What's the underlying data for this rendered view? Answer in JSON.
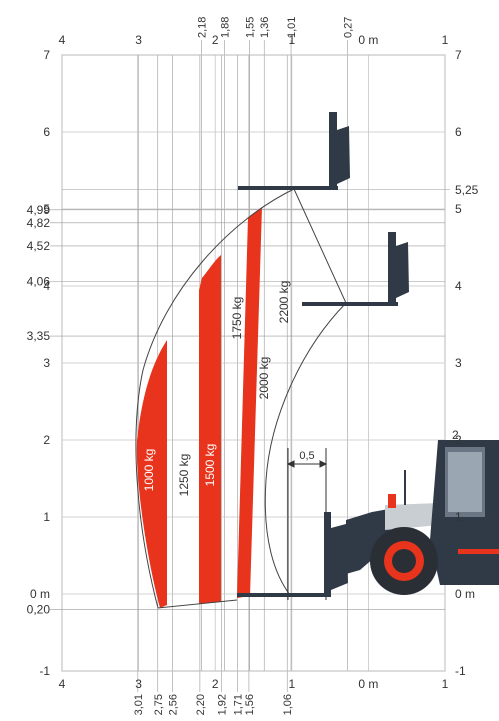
{
  "chart_data": {
    "type": "load-chart",
    "x_ticks_main": [
      "4",
      "3",
      "2",
      "1",
      "0 m",
      "1"
    ],
    "x_ticks_main_values": [
      4,
      3,
      2,
      1,
      0,
      -1
    ],
    "top_aux_labels": [
      "2,18",
      "1,88",
      "1,55",
      "1,36",
      "1,01",
      "0,27"
    ],
    "top_aux_values": [
      2.18,
      1.88,
      1.55,
      1.36,
      1.01,
      0.27
    ],
    "bottom_aux_labels": [
      "3,01",
      "2,75",
      "2,56",
      "2,20",
      "1,92",
      "1,71",
      "1,56",
      "1,06"
    ],
    "bottom_aux_values": [
      3.01,
      2.75,
      2.56,
      2.2,
      1.92,
      1.71,
      1.56,
      1.06
    ],
    "y_ticks_main": [
      "7",
      "6",
      "5",
      "4",
      "3",
      "2",
      "1",
      "0 m",
      "-1"
    ],
    "y_ticks_main_values": [
      7,
      6,
      5,
      4,
      3,
      2,
      1,
      0,
      -1
    ],
    "left_aux_labels": [
      "4,99",
      "4,82",
      "4,52",
      "4,06",
      "3,35",
      "0,20"
    ],
    "left_aux_values": [
      4.99,
      4.82,
      4.52,
      4.06,
      3.35,
      -0.2
    ],
    "right_aux_labels": [
      "5,25"
    ],
    "right_aux_values": [
      5.25
    ],
    "right_inner_tick": "2",
    "dimension_label": "0,5",
    "load_labels": [
      "1000 kg",
      "1250 kg",
      "1500 kg",
      "1750 kg",
      "2000 kg",
      "2200 kg"
    ],
    "colors": {
      "band": "#e8341c",
      "grid": "#9a9a9a",
      "machine": "#2f3a46"
    }
  }
}
